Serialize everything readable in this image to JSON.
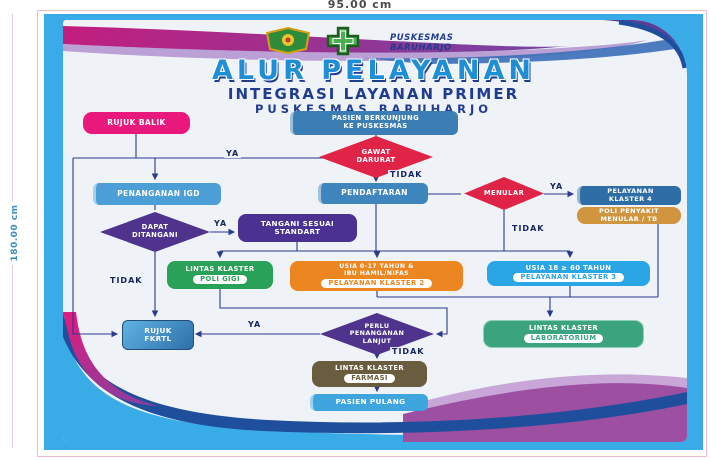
{
  "annotations": {
    "width": "95.00 cm",
    "height": "180.00 cm"
  },
  "logos": {
    "clinic_line1": "PUSKESMAS",
    "clinic_line2": "BARUHARJO"
  },
  "header": {
    "title": "ALUR PELAYANAN",
    "subtitle1": "INTEGRASI LAYANAN PRIMER",
    "subtitle2": "PUSKESMAS BARUHARJO"
  },
  "nodes": {
    "rujuk_balik": {
      "label": "RUJUK BALIK"
    },
    "pasien_berkunjung": {
      "line1": "PASIEN BERKUNJUNG",
      "line2": "KE PUSKESMAS"
    },
    "gawat_darurat": {
      "line1": "GAWAT",
      "line2": "DARURAT"
    },
    "penanganan_igd": {
      "label": "PENANGANAN IGD"
    },
    "pendaftaran": {
      "label": "PENDAFTARAN"
    },
    "menular": {
      "label": "MENULAR"
    },
    "klaster4": {
      "line1": "PELAYANAN",
      "line2": "KLASTER 4"
    },
    "poli_tb": {
      "line1": "POLI PENYAKIT",
      "line2": "MENULAR / TB"
    },
    "dapat_ditangani": {
      "line1": "DAPAT",
      "line2": "DITANGANI"
    },
    "tangani_standart": {
      "line1": "TANGANI SESUAI",
      "line2": "STANDART"
    },
    "poli_gigi": {
      "line1": "LINTAS KLASTER",
      "pill": "POLI GIGI"
    },
    "klaster2": {
      "line1": "USIA 0-17 TAHUN &",
      "line2": "IBU HAMIL/NIFAS",
      "pill": "PELAYANAN KLASTER 2"
    },
    "klaster3": {
      "line1": "USIA 18 ≥  60 TAHUN",
      "pill": "PELAYANAN KLASTER 3"
    },
    "rujuk_fkrtl": {
      "line1": "RUJUK",
      "line2": "FKRTL"
    },
    "perlu_lanjut": {
      "line1": "PERLU",
      "line2": "PENANGANAN",
      "line3": "LANJUT"
    },
    "farmasi": {
      "line1": "LINTAS KLASTER",
      "pill": "FARMASI"
    },
    "pasien_pulang": {
      "label": "PASIEN PULANG"
    },
    "laboratorium": {
      "line1": "LINTAS KLASTER",
      "pill": "LABORATORIUM"
    }
  },
  "labels": {
    "ya": "YA",
    "tidak": "TIDAK"
  },
  "colors": {
    "frame_blue": "#39ACE7",
    "title_blue": "#1E8FD6",
    "navy_text": "#1F3C8F",
    "connector": "#2B3A8C",
    "decision_red": "#E02447",
    "decision_purple": "#50338D",
    "pink": "#E8187D",
    "green": "#2AA158",
    "orange": "#EC8620",
    "sky": "#2BA6E4",
    "tan": "#D1953F",
    "brown": "#6A5C3E",
    "teal": "#3BA47E",
    "wave_magenta": "#C21E7E",
    "wave_purple": "#9D4FA1",
    "wave_navy": "#1F4E9C"
  }
}
